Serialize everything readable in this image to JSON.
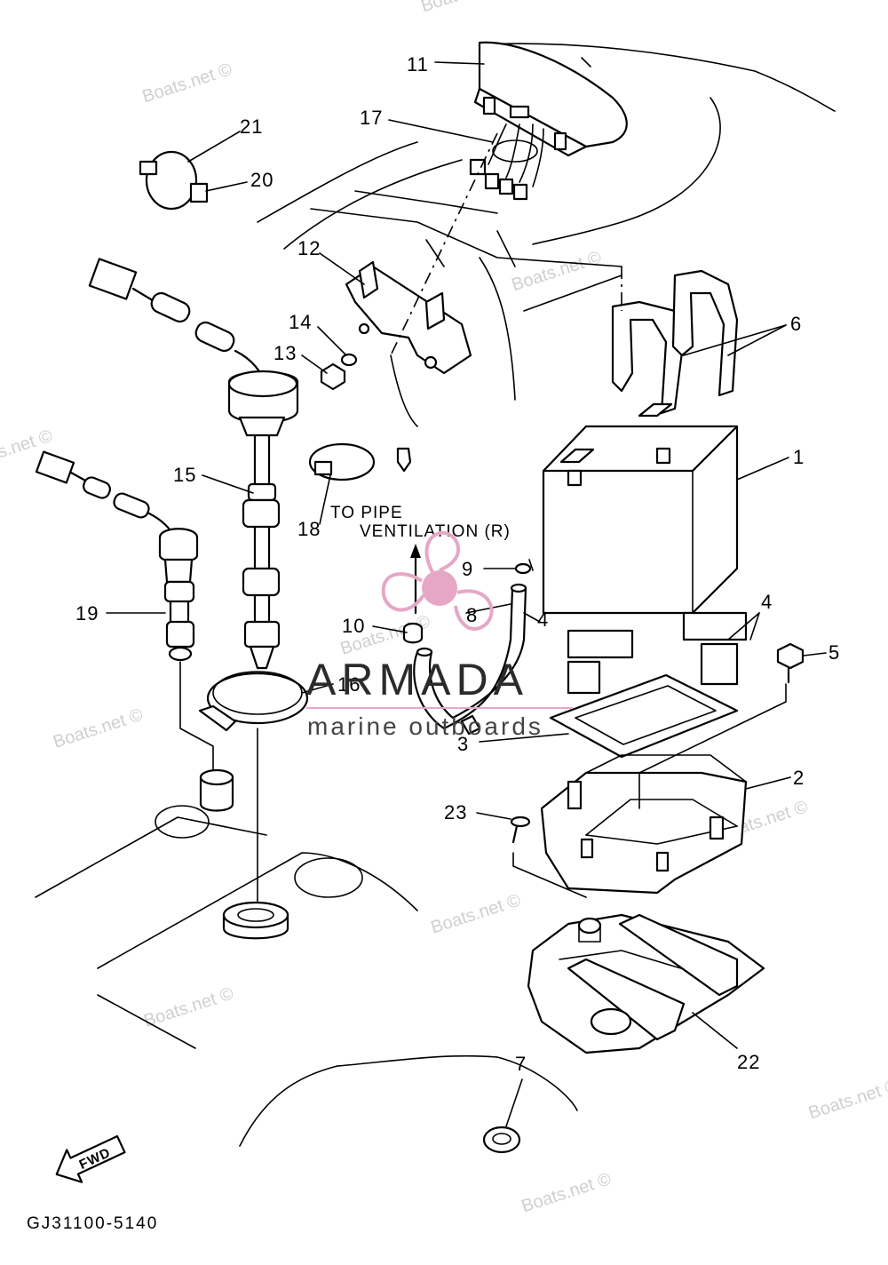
{
  "diagram": {
    "labels": [
      {
        "id": "1",
        "text": "1"
      },
      {
        "id": "2",
        "text": "2"
      },
      {
        "id": "3",
        "text": "3"
      },
      {
        "id": "4a",
        "text": "4"
      },
      {
        "id": "4b",
        "text": "4"
      },
      {
        "id": "5",
        "text": "5"
      },
      {
        "id": "6",
        "text": "6"
      },
      {
        "id": "7",
        "text": "7"
      },
      {
        "id": "8",
        "text": "8"
      },
      {
        "id": "9",
        "text": "9"
      },
      {
        "id": "10",
        "text": "10"
      },
      {
        "id": "11",
        "text": "11"
      },
      {
        "id": "12",
        "text": "12"
      },
      {
        "id": "13",
        "text": "13"
      },
      {
        "id": "14",
        "text": "14"
      },
      {
        "id": "15",
        "text": "15"
      },
      {
        "id": "16",
        "text": "16"
      },
      {
        "id": "17",
        "text": "17"
      },
      {
        "id": "18",
        "text": "18"
      },
      {
        "id": "19",
        "text": "19"
      },
      {
        "id": "20",
        "text": "20"
      },
      {
        "id": "21",
        "text": "21"
      },
      {
        "id": "22",
        "text": "22"
      },
      {
        "id": "23",
        "text": "23"
      }
    ],
    "annotation_line1": "TO PIPE",
    "annotation_line2": "VENTILATION (R)",
    "fwd_label": "FWD",
    "drawing_code": "GJ31100-5140"
  },
  "watermark": {
    "text": "Boats.net ©",
    "brand_name": "ARMADA",
    "brand_tagline": "marine outboards",
    "brand_color": "#e6a7c6"
  }
}
